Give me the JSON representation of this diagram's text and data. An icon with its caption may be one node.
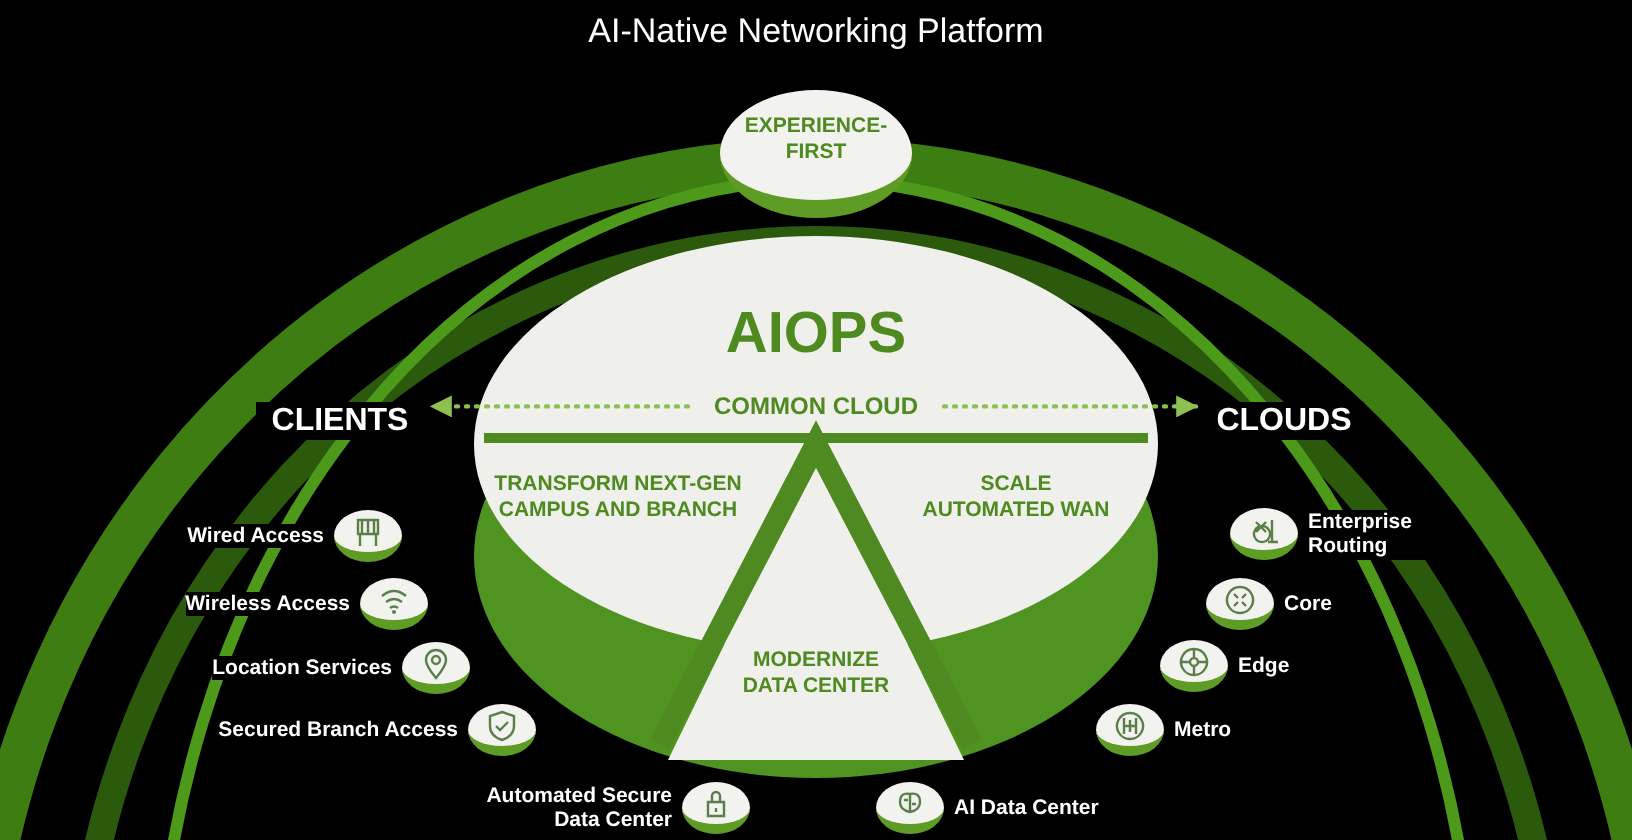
{
  "diagram": {
    "title": "AI-Native Networking Platform",
    "nodes": [
      {
        "text": [
          "EXPERIENCE-FIRST"
        ]
      },
      {
        "text": [
          "AIOPS"
        ]
      },
      {
        "text": [
          "COMMON CLOUD"
        ],
        "in": 1
      },
      {
        "text": [
          "TRANSFORM NEXT-GEN CAMPUS AND BRANCH"
        ],
        "in": 1
      },
      {
        "text": [
          "SCALE AUTOMATED WAN"
        ],
        "in": 1
      },
      {
        "text": [
          "MODERNIZE DATA CENTER"
        ],
        "in": 1
      },
      {
        "text": [
          "CLIENTS"
        ]
      },
      {
        "text": [
          "CLOUDS"
        ]
      },
      {
        "text": [],
        "shape": "circle",
        "beside": [
          "Wired Access"
        ]
      },
      {
        "text": [],
        "shape": "circle",
        "beside": [
          "Wireless Access"
        ]
      },
      {
        "text": [],
        "shape": "circle",
        "beside": [
          "Location Services"
        ]
      },
      {
        "text": [],
        "shape": "circle",
        "beside": [
          "Secured Branch Access"
        ]
      },
      {
        "text": [],
        "shape": "circle",
        "beside": [
          "Automated Secure Data Center"
        ]
      },
      {
        "text": [],
        "shape": "circle",
        "beside": [
          "AI Data Center"
        ]
      },
      {
        "text": [],
        "shape": "circle",
        "beside": [
          "Enterprise Routing"
        ]
      },
      {
        "text": [],
        "shape": "circle",
        "beside": [
          "Core"
        ]
      },
      {
        "text": [],
        "shape": "circle",
        "beside": [
          "Edge"
        ]
      },
      {
        "text": [],
        "shape": "circle",
        "beside": [
          "Metro"
        ]
      }
    ],
    "edges": [
      {
        "from": 2,
        "to": 6,
        "arrow": "to",
        "style": "dashed"
      },
      {
        "from": 2,
        "to": 7,
        "arrow": "to",
        "style": "dashed"
      }
    ]
  }
}
